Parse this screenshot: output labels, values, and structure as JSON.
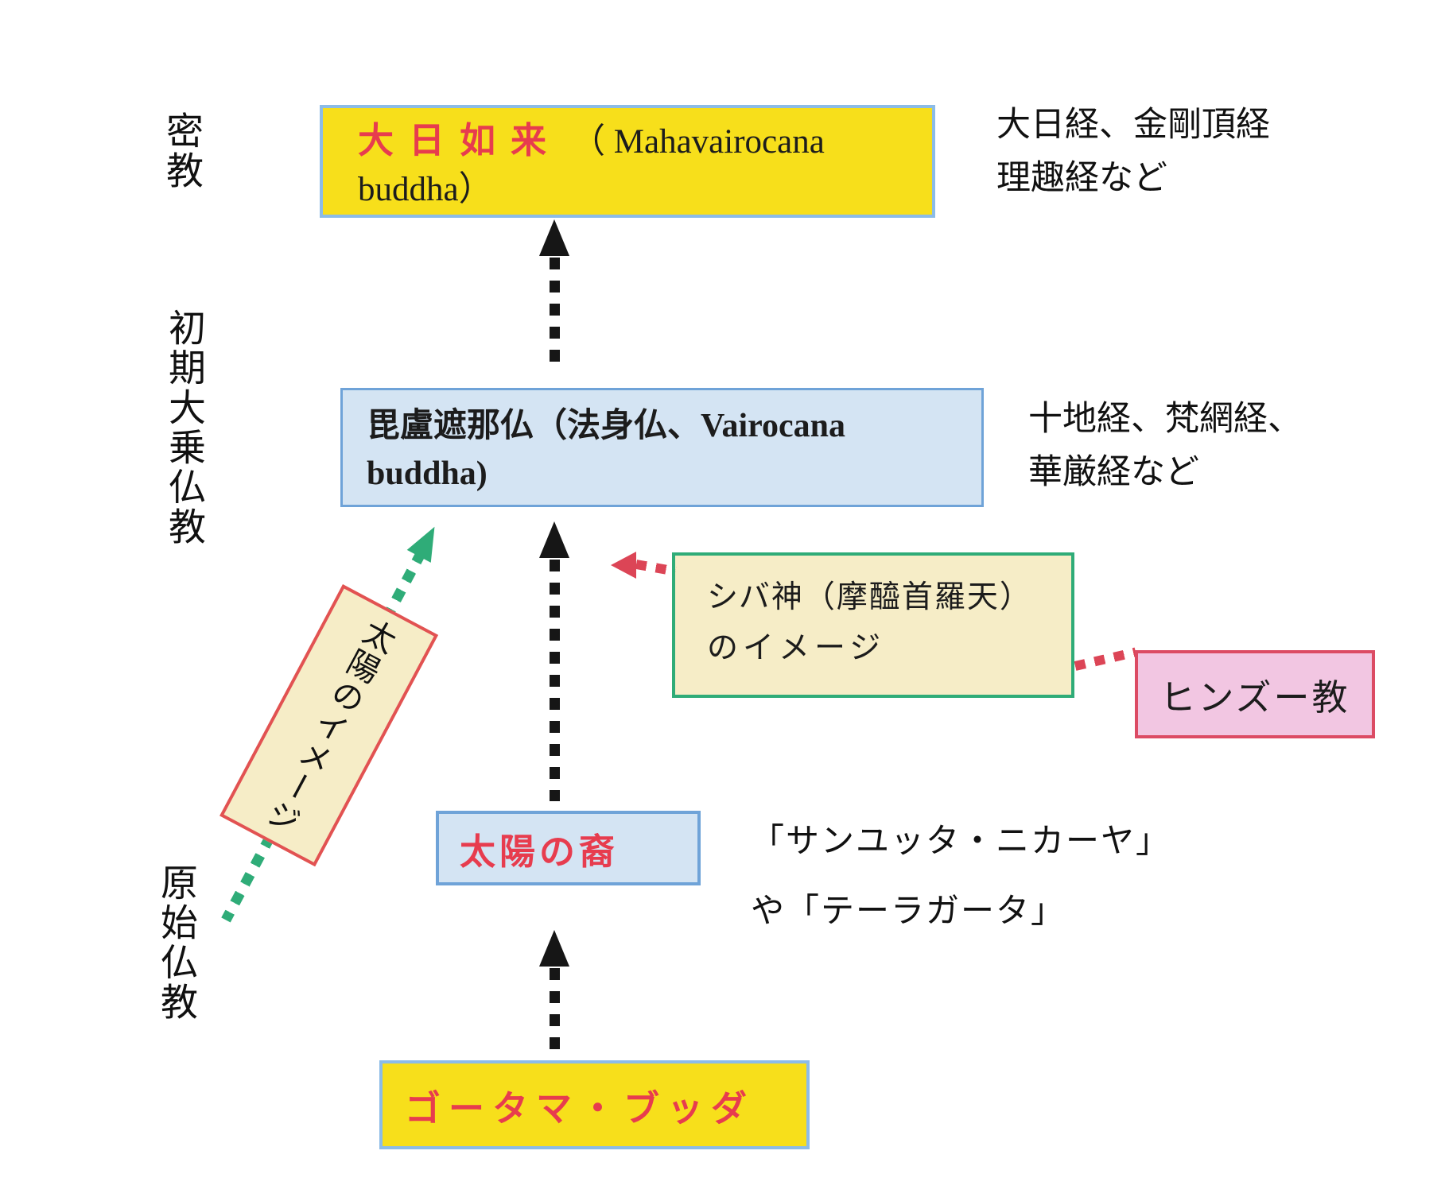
{
  "diagram": {
    "era_labels": {
      "mikkyo": "密教",
      "shoki_daijo": "初期大乗仏教",
      "genshi": "原始仏教"
    },
    "nodes": {
      "dainichi": {
        "title": "大日如来",
        "title_latin": "（ Mahavairocana",
        "line2": "buddha）"
      },
      "birushana": {
        "line1": "毘盧遮那仏（法身仏、Vairocana",
        "line2": "buddha)"
      },
      "shiva": {
        "line1": "シバ神（摩醯首羅天）",
        "line2": "のイメージ"
      },
      "hindu": {
        "label": "ヒンズー教"
      },
      "sun_image": {
        "label": "太陽のイメージ"
      },
      "sun_descendant": {
        "label": "太陽の裔"
      },
      "gotama": {
        "label": "ゴータマ・ブッダ"
      }
    },
    "annotations": {
      "dainichi_sutras": {
        "line1": "大日経、金剛頂経",
        "line2": "理趣経など"
      },
      "birushana_sutras": {
        "line1": "十地経、梵網経、",
        "line2": "華厳経など"
      },
      "gotama_texts": {
        "line1": "「サンユッタ・ニカーヤ」",
        "line2": "や「テーラガータ」"
      }
    }
  },
  "colors": {
    "yellow": "#f7df1b",
    "blueBorderLight": "#8cbce7",
    "blueFill": "#d4e4f3",
    "blueBorder": "#6fa3d8",
    "cream": "#f6edc7",
    "greenBorder": "#2fac78",
    "greenArrow": "#2fac78",
    "redBorder": "#e25252",
    "pinkFill": "#f2c6e2",
    "pinkBorder": "#dc4b64",
    "redText": "#e73c4e",
    "redArrow": "#dc4556",
    "blackArrow": "#161616"
  }
}
